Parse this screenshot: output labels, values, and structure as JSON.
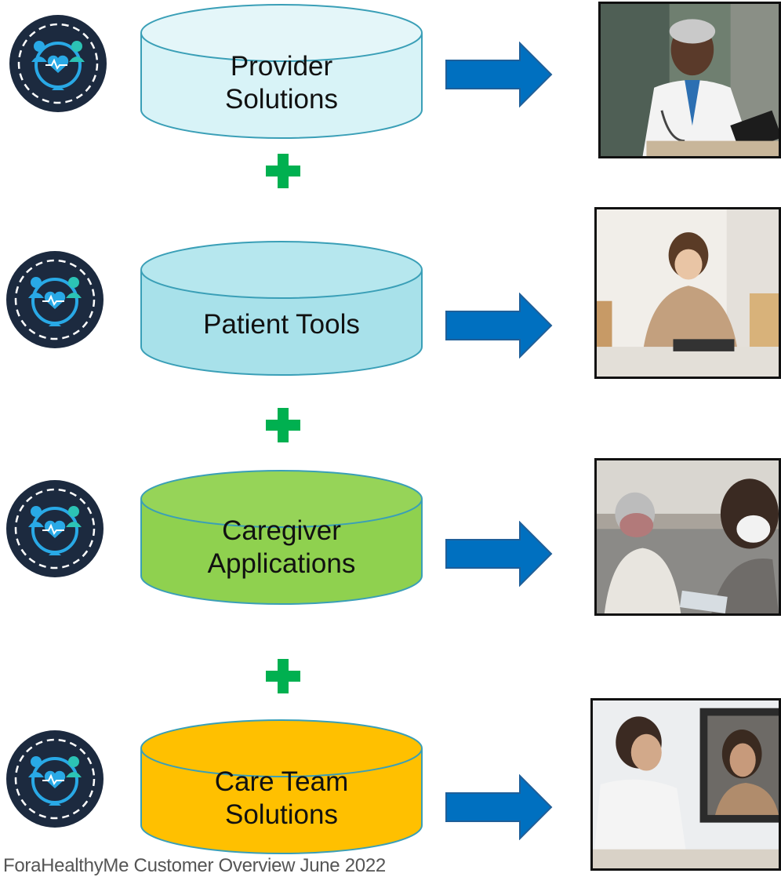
{
  "rows": [
    {
      "label_line1": "Provider",
      "label_line2": "Solutions",
      "fill": "#d8f3f7",
      "top_fill": "#e4f6f9",
      "stroke": "#3a9fb7"
    },
    {
      "label_line1": "Patient Tools",
      "label_line2": "",
      "fill": "#a8e1ea",
      "top_fill": "#b6e7ee",
      "stroke": "#3a9fb7"
    },
    {
      "label_line1": "Caregiver",
      "label_line2": "Applications",
      "fill": "#8fd14f",
      "top_fill": "#96d458",
      "stroke": "#3a9fb7"
    },
    {
      "label_line1": "Care Team",
      "label_line2": "Solutions",
      "fill": "#ffc000",
      "top_fill": "#ffc000",
      "stroke": "#3a9fb7"
    }
  ],
  "connector_color": "#00b050",
  "arrow_color": "#0070c0",
  "badge_colors": {
    "bg": "#1c2a3f",
    "ring": "#ffffff",
    "accent": "#29a9e6",
    "teal": "#2cc3b5"
  },
  "footer_text": "ForaHealthyMe  Customer Overview  June 2022"
}
